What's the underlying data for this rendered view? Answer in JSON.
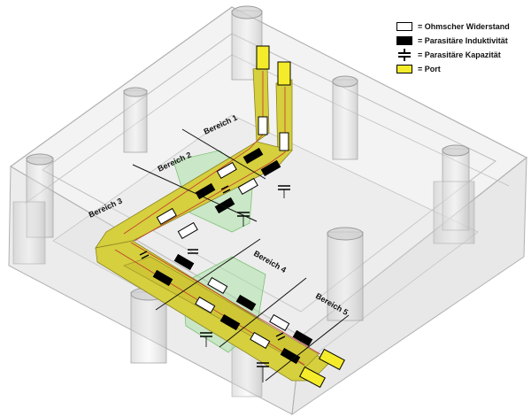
{
  "legend": {
    "resistor": "= Ohmscher Widerstand",
    "inductor": "= Parasitäre Induktivität",
    "capacitor": "= Parasitäre Kapazität",
    "port": "= Port"
  },
  "regions": {
    "r1": "Bereich 1",
    "r2": "Bereich 2",
    "r3": "Bereich 3",
    "r4": "Bereich 4",
    "r5": "Bereich 5"
  },
  "colors": {
    "conductor": "#d6cf3e",
    "port": "#f4ec2a",
    "resistor": "#ffffff",
    "inductor": "#000000",
    "ferrite": "#a8e6a0",
    "housing": "#d8d8d8"
  }
}
